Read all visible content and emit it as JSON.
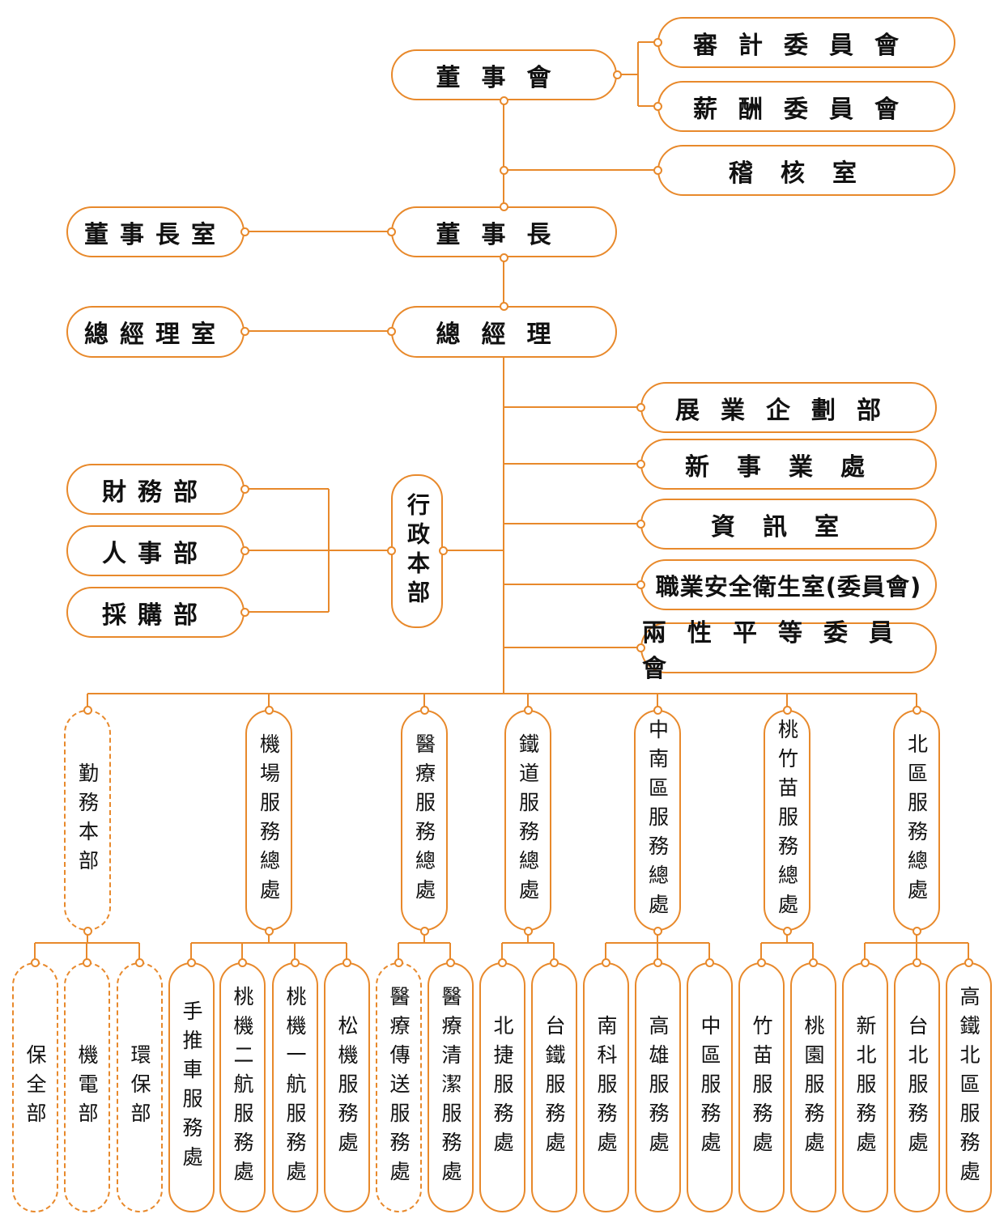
{
  "colors": {
    "line": "#E8892B",
    "text": "#111111",
    "fill": "#ffffff"
  },
  "board": "董事會",
  "audit_committee": "審計委員會",
  "remuneration_committee": "薪酬委員會",
  "audit_office": "稽核室",
  "chairman": "董事長",
  "chairman_office": "董事長室",
  "general_manager": "總經理",
  "gm_office": "總經理室",
  "admin_division": "行政本部",
  "admin_departments": [
    "財務部",
    "人事部",
    "採購部"
  ],
  "staff_units": [
    "展業企劃部",
    "新事業處",
    "資訊室",
    "職業安全衛生室(委員會)",
    "兩性平等委員會"
  ],
  "divisions": [
    {
      "name": "勤務本部",
      "dashed": true,
      "units": [
        {
          "name": "保全部",
          "dashed": true
        },
        {
          "name": "機電部",
          "dashed": true
        },
        {
          "name": "環保部",
          "dashed": true
        }
      ]
    },
    {
      "name": "機場服務總處",
      "units": [
        {
          "name": "手推車服務處"
        },
        {
          "name": "桃機二航服務處"
        },
        {
          "name": "桃機一航服務處"
        },
        {
          "name": "松機服務處"
        }
      ]
    },
    {
      "name": "醫療服務總處",
      "units": [
        {
          "name": "醫療傳送服務處",
          "dashed": true
        },
        {
          "name": "醫療清潔服務處"
        }
      ]
    },
    {
      "name": "鐵道服務總處",
      "units": [
        {
          "name": "北捷服務處"
        },
        {
          "name": "台鐵服務處"
        }
      ]
    },
    {
      "name": "中南區服務總處",
      "units": [
        {
          "name": "南科服務處"
        },
        {
          "name": "高雄服務處"
        },
        {
          "name": "中區服務處"
        }
      ]
    },
    {
      "name": "桃竹苗服務總處",
      "units": [
        {
          "name": "竹苗服務處"
        },
        {
          "name": "桃園服務處"
        }
      ]
    },
    {
      "name": "北區服務總處",
      "units": [
        {
          "name": "新北服務處"
        },
        {
          "name": "台北服務處"
        },
        {
          "name": "高鐵北區服務處"
        }
      ]
    }
  ]
}
